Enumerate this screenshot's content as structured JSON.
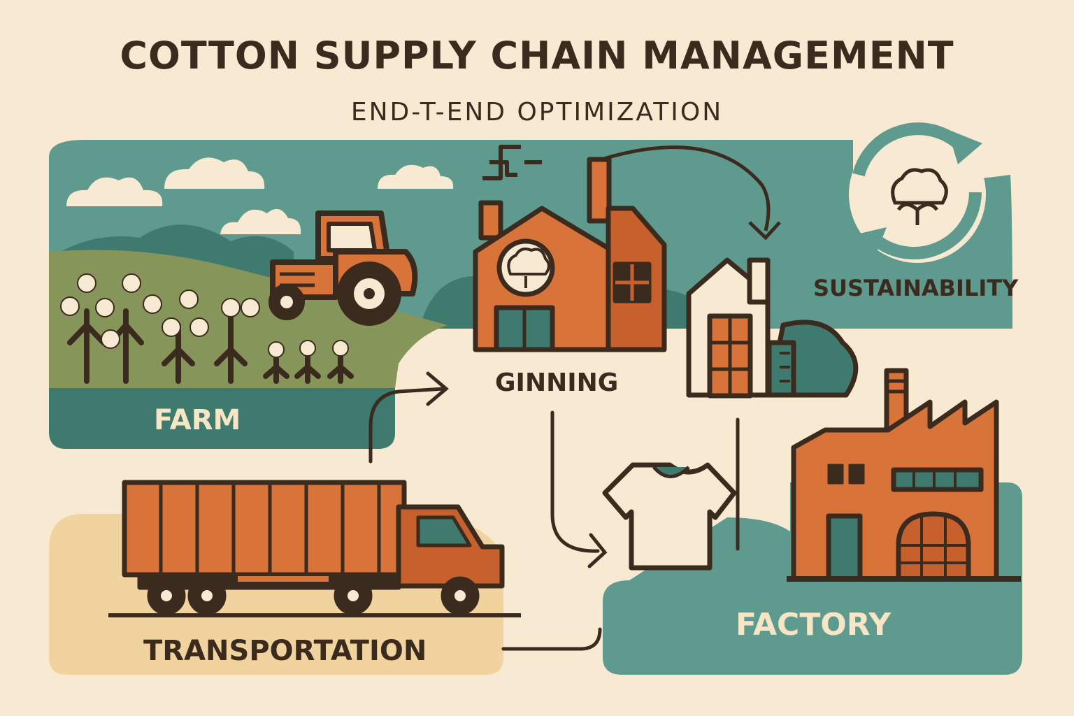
{
  "header": {
    "title": "COTTON SUPPLY CHAIN MANAGEMENT",
    "subtitle": "END-T-END OPTIMIZATION"
  },
  "stages": {
    "farm": "FARM",
    "ginning": "GINNING",
    "sustainability": "SUSTAINABILITY",
    "transportation": "TRANSPORTATION",
    "factory": "FACTORY"
  },
  "colors": {
    "background": "#f8ead2",
    "teal": "#5f9a8f",
    "dark_teal": "#3e7a6e",
    "olive_green": "#86955a",
    "orange": "#d8733a",
    "outline": "#3b2a1e",
    "sand": "#f0d39e",
    "cream": "#f6e6c6"
  },
  "icons": [
    "cotton-boll-icon",
    "recycle-arrows-icon",
    "tractor-icon",
    "factory-icon",
    "truck-icon",
    "tshirt-icon",
    "house-icon"
  ]
}
